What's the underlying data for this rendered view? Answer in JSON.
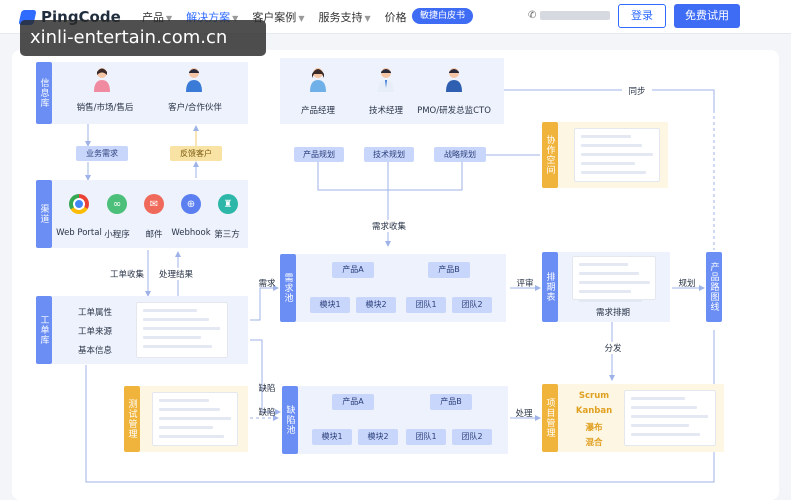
{
  "nav": {
    "brand": "PingCode",
    "links": [
      {
        "label": "产品",
        "caret": true
      },
      {
        "label": "解决方案",
        "caret": true,
        "active": true
      },
      {
        "label": "客户案例",
        "caret": true
      },
      {
        "label": "服务支持",
        "caret": true
      },
      {
        "label": "价格",
        "caret": false
      }
    ],
    "whitepaper": "敏捷白皮书",
    "login": "登录",
    "trial": "免费试用"
  },
  "watermark": "xinli-entertain.com.cn",
  "diagram": {
    "info": {
      "title": "信息库",
      "roles": [
        "销售/市场/售后",
        "客户/合作伙伴"
      ]
    },
    "pm": {
      "roles": [
        "产品经理",
        "技术经理",
        "PMO/研发总监CTO"
      ],
      "plans": [
        "产品规划",
        "技术规划",
        "战略规划"
      ]
    },
    "tags": {
      "biz": "业务需求",
      "feedback": "反馈客户"
    },
    "channel": {
      "title": "渠道",
      "items": [
        "Web Portal",
        "小程序",
        "邮件",
        "Webhook",
        "第三方"
      ]
    },
    "collect": {
      "ticket": "工单收集",
      "result": "处理结果",
      "req": "需求收集",
      "sync": "同步"
    },
    "ticket": {
      "title": "工单库",
      "items": [
        "工单属性",
        "工单来源",
        "基本信息"
      ]
    },
    "collab": {
      "title": "协作空间"
    },
    "req_pool": {
      "title": "需求池",
      "label_in": "需求",
      "products": [
        "产品A",
        "产品B"
      ],
      "modules": [
        "模块1",
        "模块2",
        "团队1",
        "团队2"
      ]
    },
    "review": "评审",
    "schedule": {
      "title": "排期表",
      "caption": "需求排期"
    },
    "plan": "规划",
    "roadmap": {
      "title": "产品路图线"
    },
    "dispatch": "分发",
    "test": {
      "title": "测试管理"
    },
    "bug_pool": {
      "title": "缺陷池",
      "labels": [
        "缺陷",
        "缺陷"
      ],
      "products": [
        "产品A",
        "产品B"
      ],
      "modules": [
        "模块1",
        "模块2",
        "团队1",
        "团队2"
      ]
    },
    "handle": "处理",
    "project": {
      "title": "项目管理",
      "methods": [
        "Scrum",
        "Kanban",
        "瀑布",
        "混合"
      ]
    }
  },
  "colors": {
    "accent": "#2f6bff",
    "bar": "#6b8ef5",
    "yellow": "#f0b43c"
  }
}
